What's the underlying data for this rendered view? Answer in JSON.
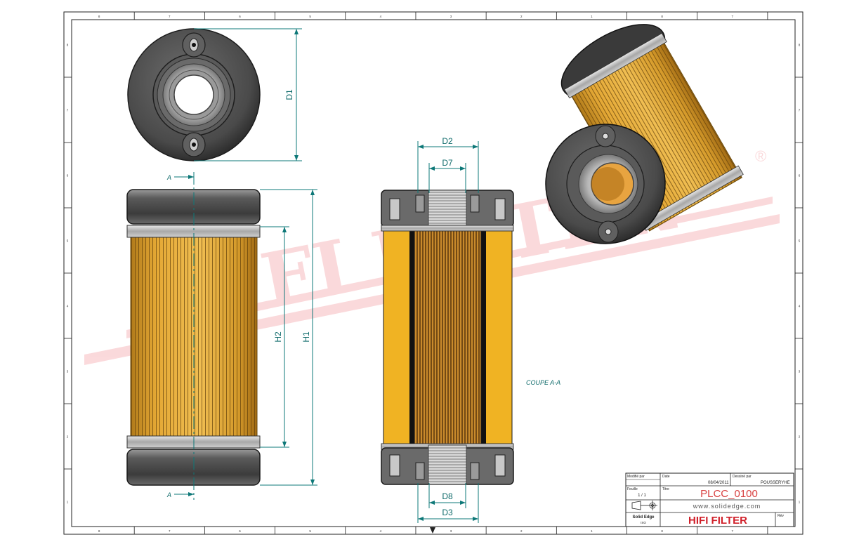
{
  "watermark": {
    "brand": "HIFI FILTER",
    "registered_mark": "®",
    "color": "#e8323c"
  },
  "dimensions": {
    "d1": "D1",
    "d2": "D2",
    "d3": "D3",
    "d7": "D7",
    "d8": "D8",
    "h1": "H1",
    "h2": "H2"
  },
  "section": {
    "marker_top": "A",
    "marker_bottom": "A",
    "caption": "COUPE A-A"
  },
  "title_block": {
    "label_author": "Modifié par",
    "label_date": "Date",
    "label_drawn_by": "Dessiné par",
    "date_value": "08/04/2011",
    "drawn_by_value": "POUSSERYHE",
    "label_sheet": "Feuille",
    "sheet_value": "1 / 1",
    "label_title": "Titre",
    "part_number": "PLCC_0100",
    "website": "www.solidedge.com",
    "software": "Solid Edge",
    "software_sub": "ISO",
    "company": "HIFI FILTER",
    "label_revision": "Rév"
  },
  "frame": {
    "columns": [
      "8",
      "7",
      "6",
      "5",
      "4",
      "3",
      "2",
      "1"
    ],
    "rows": [
      "8",
      "7",
      "6",
      "5",
      "4",
      "3",
      "2",
      "1"
    ]
  },
  "colors": {
    "dimension": "#0e7878",
    "pleats": "#e1a42a",
    "cap": "#505050",
    "company_text": "#d0202a",
    "part_text": "#d84040"
  }
}
